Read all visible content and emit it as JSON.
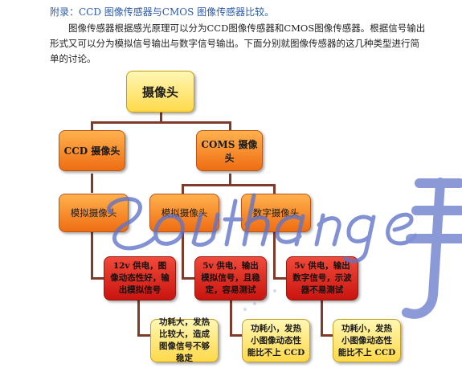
{
  "heading": "附录：CCD 图像传感器与CMOS 图像传感器比较。",
  "intro": "图像传感器根据感光原理可以分为CCD图像传感器和CMOS图像传感器。根据信号输出形式又可以分为模拟信号输出与数字信号输出。下面分别就图像传感器的这几种类型进行简单的讨论。",
  "diagram": {
    "root": "摄像头",
    "ccd": "CCD 摄像头",
    "coms": "COMS 摄像头",
    "ccd_analog": "模拟摄像头",
    "coms_analog": "模拟摄像头",
    "coms_digital": "数字摄像头",
    "ccd_detail": "12v 供电，图像动态性好，输出模拟信号",
    "coms_analog_detail": "5v 供电，输出模拟信号，且稳定，容易测试",
    "coms_digital_detail": "5v 供电，输出数字信号，示波器不易测试",
    "ccd_summary": "功耗大，发热比较大，造成图像信号不够稳定",
    "coms_analog_summary": "功耗小，发热小图像动态性能比不上 CCD",
    "coms_digital_summary": "功耗小，发热小图像动态性能比不上 CCD"
  },
  "colors": {
    "heading": "#2a5aa9",
    "connector": "#7f3b2a",
    "yellow": "#ffd94a",
    "orange": "#ef6d12",
    "red": "#c9140f",
    "watermark": "#5f73c8"
  }
}
